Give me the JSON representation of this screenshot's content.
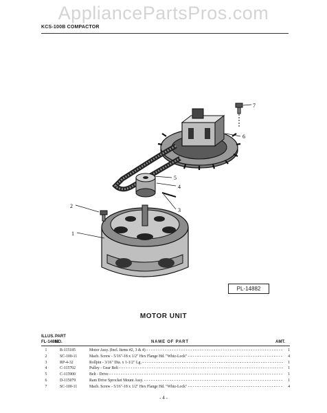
{
  "watermark": "AppliancePartsPros.com",
  "document": {
    "model": "KCS-100B COMPACTOR",
    "plate_label": "PL-14882",
    "section_title": "MOTOR UNIT",
    "page_number": "- 4 -"
  },
  "callouts": [
    "1",
    "2",
    "3",
    "4",
    "5",
    "6",
    "7"
  ],
  "table": {
    "headers": {
      "illus": "ILLUS.",
      "illus_ref": "FL-14882",
      "part": "PART",
      "part_no": "NO.",
      "name": "NAME OF PART",
      "amt": "AMT."
    },
    "rows": [
      {
        "illus": "1",
        "part_no": "B-115185",
        "name": "Motor Assy. (Incl. Items #2, 3 & 4)",
        "amt": "1"
      },
      {
        "illus": "2",
        "part_no": "SC-100-11",
        "name": "Mach. Screw - 5/16\"-18 x 1/2\" Hex Flange Hd. \"Whiz-Lock\"",
        "amt": "4"
      },
      {
        "illus": "3",
        "part_no": "RP-4-32",
        "name": "Rollpin - 3/16\" Dia. x 1-1/2\" Lg.",
        "amt": "1"
      },
      {
        "illus": "4",
        "part_no": "C-115702",
        "name": "Pulley - Gear Belt",
        "amt": "1"
      },
      {
        "illus": "5",
        "part_no": "C-115900",
        "name": "Belt - Drive",
        "amt": "1"
      },
      {
        "illus": "6",
        "part_no": "D-115079",
        "name": "Ram Drive Sprocket Mount Assy.",
        "amt": "1"
      },
      {
        "illus": "7",
        "part_no": "SC-100-11",
        "name": "Mach. Screw - 5/16\"-18 x 1/2\" Hex Flange Hd. \"Whiz-Lock\"",
        "amt": "4"
      }
    ]
  }
}
